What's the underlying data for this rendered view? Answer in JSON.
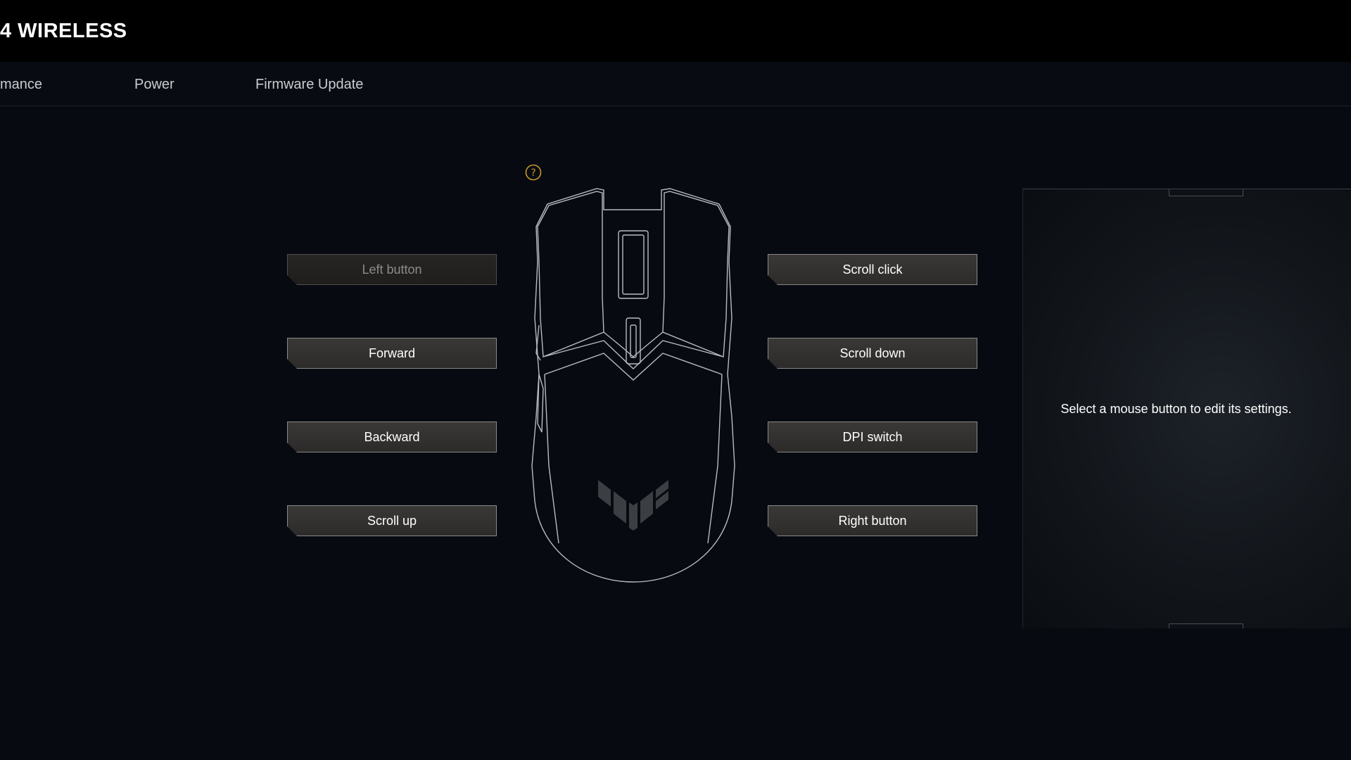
{
  "app": {
    "device_title": "4 WIRELESS"
  },
  "tabs": [
    {
      "label": "mance"
    },
    {
      "label": "Power"
    },
    {
      "label": "Firmware Update"
    }
  ],
  "help": {
    "glyph": "?",
    "color": "#c9962a"
  },
  "mouse_buttons": {
    "left": [
      {
        "label": "Left button",
        "state": "disabled"
      },
      {
        "label": "Forward"
      },
      {
        "label": "Backward"
      },
      {
        "label": "Scroll up"
      }
    ],
    "right": [
      {
        "label": "Scroll click"
      },
      {
        "label": "Scroll down"
      },
      {
        "label": "DPI switch"
      },
      {
        "label": "Right button"
      }
    ]
  },
  "settings_panel": {
    "hint": "Select a mouse button to edit its settings."
  }
}
